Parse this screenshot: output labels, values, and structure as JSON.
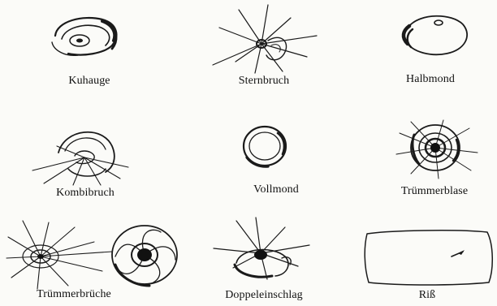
{
  "labels": {
    "kuhauge": "Kuhauge",
    "sternbruch": "Sternbruch",
    "halbmond": "Halbmond",
    "kombibruch": "Kombibruch",
    "vollmond": "Vollmond",
    "truemmerblase": "Trümmerblase",
    "truemmerbrueche": "Trümmerbrüche",
    "doppeleinschlag": "Doppeleinschlag",
    "riss": "Riß"
  }
}
